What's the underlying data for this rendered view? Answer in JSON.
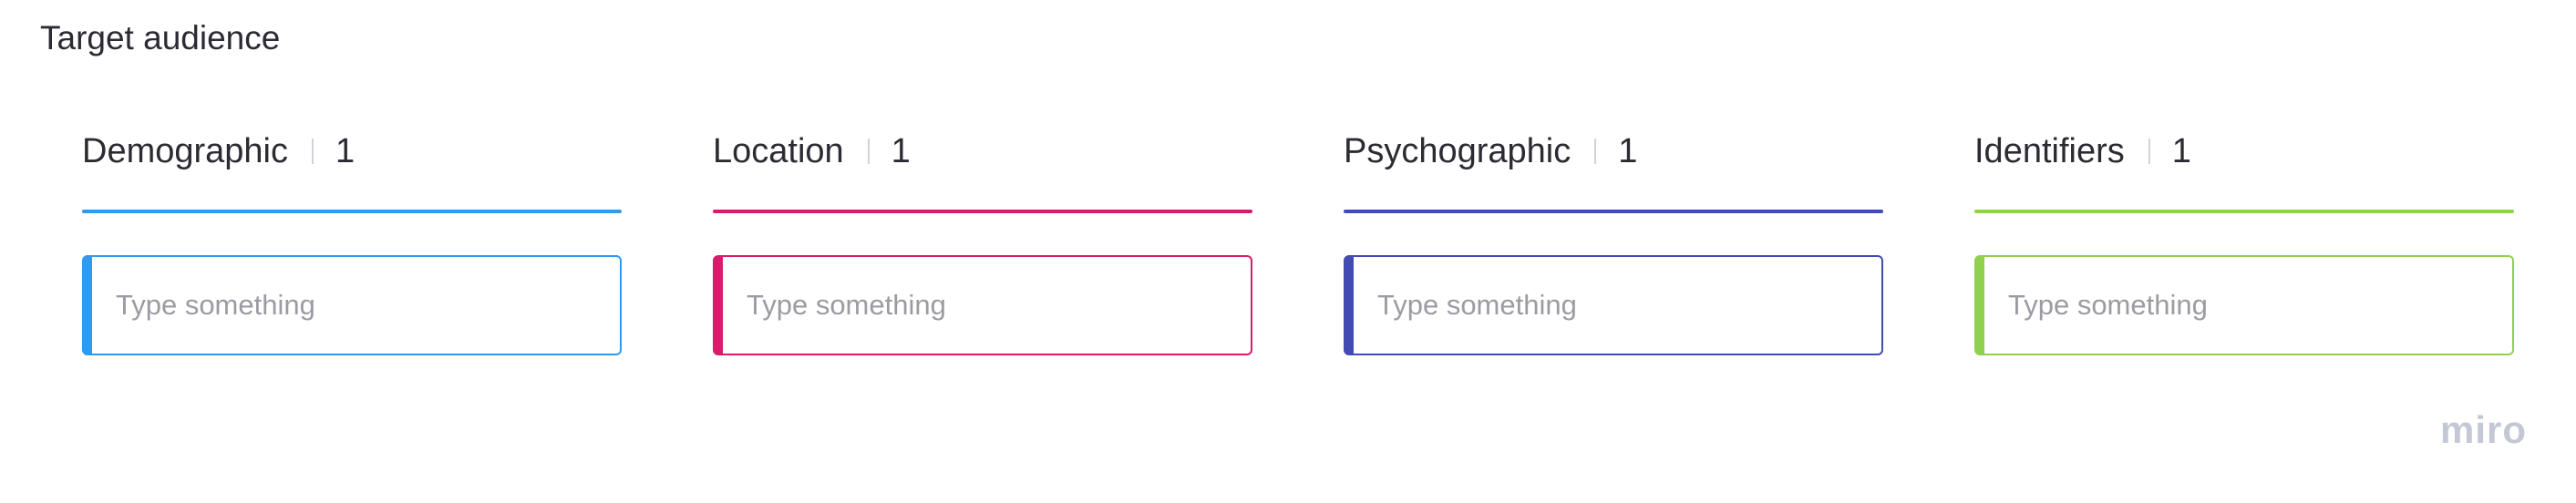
{
  "board": {
    "title": "Target audience"
  },
  "columns": [
    {
      "name": "Demographic",
      "count": "1",
      "placeholder": "Type something",
      "color": "#2d9bf0"
    },
    {
      "name": "Location",
      "count": "1",
      "placeholder": "Type something",
      "color": "#d81b6a"
    },
    {
      "name": "Psychographic",
      "count": "1",
      "placeholder": "Type something",
      "color": "#414bb2"
    },
    {
      "name": "Identifiers",
      "count": "1",
      "placeholder": "Type something",
      "color": "#8fd14f"
    }
  ],
  "branding": {
    "logo_text": "miro",
    "logo_color": "#c4c8d4"
  }
}
